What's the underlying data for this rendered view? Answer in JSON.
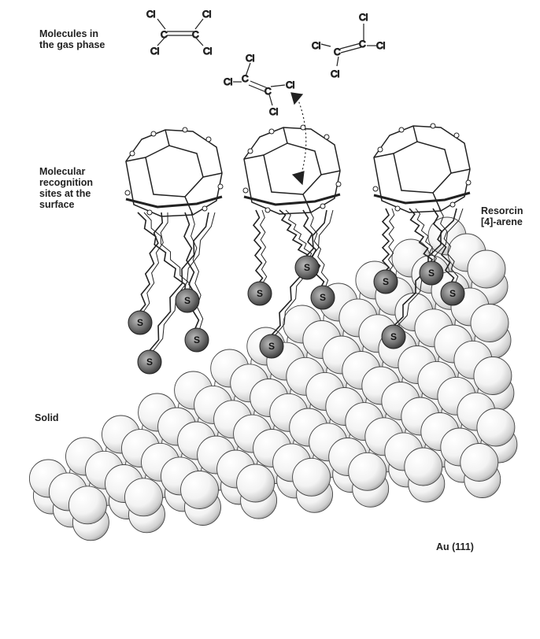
{
  "labels": {
    "gas_phase": [
      "Molecules in",
      "the gas phase"
    ],
    "recognition": [
      "Molecular",
      "recognition",
      "sites at the",
      "surface"
    ],
    "resorcin": [
      "Resorcin",
      "[4]-arene"
    ],
    "solid": "Solid",
    "substrate": "Au (111)"
  },
  "molecules": {
    "atom": "Cl",
    "count": 3
  },
  "sulfur_atom": "S",
  "colors": {
    "ink": "#222222",
    "sphere_fill": "#f7f7f7",
    "sulfur_fill": "#555555"
  }
}
